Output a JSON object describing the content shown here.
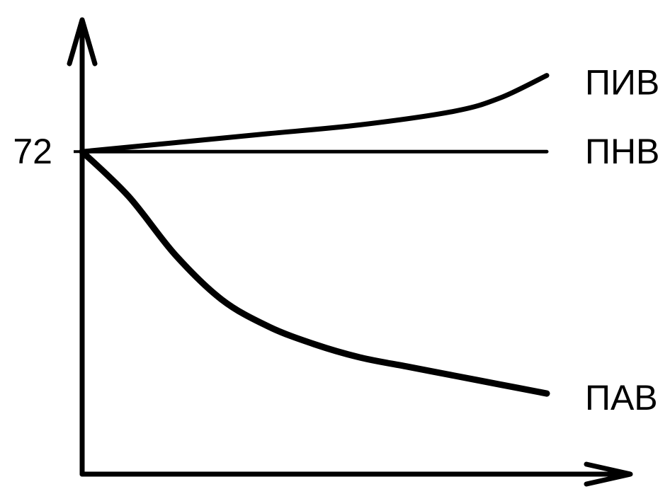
{
  "chart_data": {
    "type": "line",
    "title": "",
    "xlabel": "",
    "ylabel": "",
    "grid": false,
    "legend": "none",
    "xlim": [
      0,
      1
    ],
    "ylim": [
      0,
      100
    ],
    "yticks": [
      {
        "value": 72,
        "label": "72"
      }
    ],
    "series": [
      {
        "name": "ПИВ",
        "color": "#000000",
        "x": [
          0,
          0.2,
          0.4,
          0.6,
          0.8,
          0.9,
          1
        ],
        "y": [
          72,
          74,
          76,
          78,
          81,
          84,
          89
        ]
      },
      {
        "name": "ПНВ",
        "color": "#000000",
        "x": [
          0,
          1
        ],
        "y": [
          72,
          72
        ]
      },
      {
        "name": "ПАВ",
        "color": "#000000",
        "x": [
          0,
          0.1,
          0.2,
          0.3,
          0.4,
          0.5,
          0.6,
          0.7,
          0.8,
          0.9,
          1
        ],
        "y": [
          72,
          62,
          49,
          39,
          33,
          29,
          26,
          24,
          22,
          20,
          18
        ]
      }
    ]
  }
}
